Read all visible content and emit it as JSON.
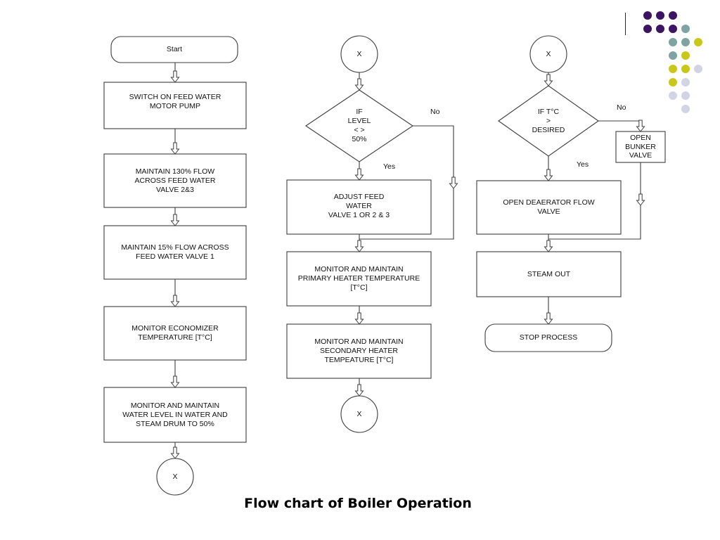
{
  "caption": "Flow chart of Boiler Operation",
  "colors": {
    "stroke": "#3c3c3c",
    "text": "#111111",
    "deco_purple": "#3b1463",
    "deco_teal": "#7fa3a1",
    "deco_yellow": "#c9c818",
    "deco_lavender": "#d3d3e6"
  },
  "nodes": {
    "start": "Start",
    "switch_on_pump": "SWITCH ON  FEED WATER\nMOTOR PUMP",
    "maintain_130": "MAINTAIN 130% FLOW\nACROSS  FEED WATER\nVALVE 2&3",
    "maintain_15": "MAINTAIN 15% FLOW ACROSS\nFEED WATER VALVE 1",
    "monitor_economizer": "MONITOR ECONOMIZER\nTEMPERATURE [T°C]",
    "monitor_water_level": "MONITOR AND MAINTAIN\nWATER LEVEL IN WATER AND\nSTEAM DRUM TO 50%",
    "connector_x_1": "X",
    "connector_x_2": "X",
    "decision_level": "IF\nLEVEL\n< >\n50%",
    "adjust_feed": "ADJUST FEED\nWATER\nVALVE 1 OR 2 & 3",
    "monitor_primary": "MONITOR AND MAINTAIN\nPRIMARY HEATER TEMPERATURE\n[T°C]",
    "monitor_secondary": "MONITOR AND MAINTAIN\nSECONDARY HEATER\nTEMPEATURE [T°C]",
    "connector_x_3": "X",
    "connector_x_4": "X",
    "decision_temp": "IF T°C\n>\nDESIRED",
    "open_bunker": "OPEN\nBUNKER\nVALVE",
    "open_deaerator": "OPEN DEAERATOR FLOW\nVALVE",
    "steam_out": "STEAM OUT",
    "stop_process": "STOP PROCESS"
  },
  "edge_labels": {
    "level_no": "No",
    "level_yes": "Yes",
    "temp_no": "No",
    "temp_yes": "Yes"
  }
}
